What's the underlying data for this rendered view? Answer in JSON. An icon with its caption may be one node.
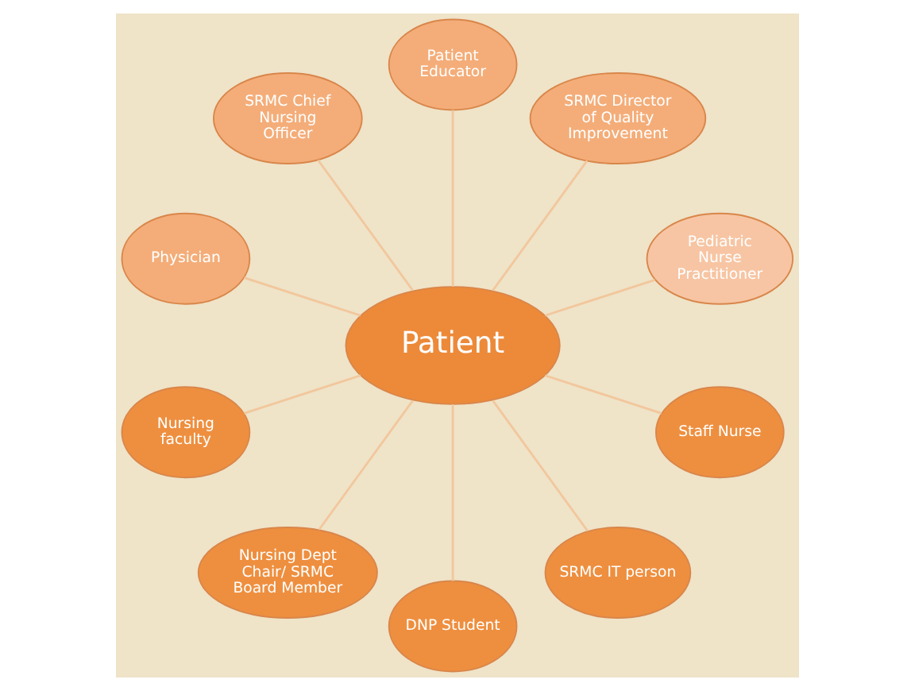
{
  "diagram": {
    "nodes": [
      {
        "text": [
          "Patient"
        ]
      },
      {
        "text": [
          "Staff Nurse"
        ]
      },
      {
        "text": [
          "SRMC IT person"
        ]
      },
      {
        "text": [
          "DNP Student"
        ]
      },
      {
        "text": [
          "Nursing Dept Chair/ SRMC Board Member"
        ]
      },
      {
        "text": [
          "Nursing faculty"
        ]
      },
      {
        "text": [
          "Physician"
        ]
      },
      {
        "text": [
          "SRMC Chief Nursing Officer"
        ]
      },
      {
        "text": [
          "Patient Educator"
        ]
      },
      {
        "text": [
          "SRMC Director of Quality Improvement"
        ]
      },
      {
        "text": [
          "Pediatric Nurse Practitioner"
        ]
      }
    ],
    "edges": [
      {
        "from": 0,
        "to": 1,
        "arrow": "none"
      },
      {
        "from": 0,
        "to": 2,
        "arrow": "none"
      },
      {
        "from": 0,
        "to": 3,
        "arrow": "none"
      },
      {
        "from": 0,
        "to": 4,
        "arrow": "none"
      },
      {
        "from": 0,
        "to": 5,
        "arrow": "none"
      },
      {
        "from": 0,
        "to": 6,
        "arrow": "none"
      },
      {
        "from": 0,
        "to": 7,
        "arrow": "none"
      },
      {
        "from": 0,
        "to": 8,
        "arrow": "none"
      },
      {
        "from": 0,
        "to": 9,
        "arrow": "none"
      },
      {
        "from": 0,
        "to": 10,
        "arrow": "none"
      }
    ]
  }
}
